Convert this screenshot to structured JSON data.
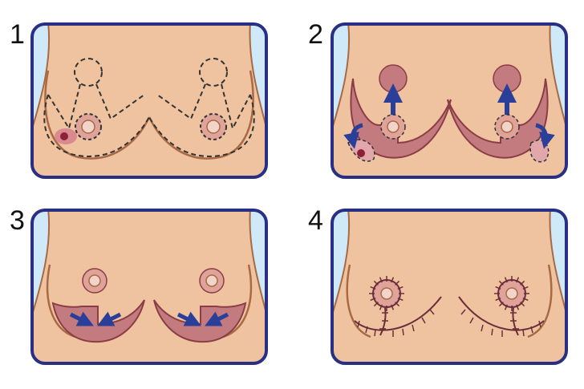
{
  "steps": [
    {
      "number": "1"
    },
    {
      "number": "2"
    },
    {
      "number": "3"
    },
    {
      "number": "4"
    }
  ],
  "colors": {
    "frame": "#2a2f86",
    "background": "#cfe9f8",
    "skin": "#efc39f",
    "skin_outline": "#a86a44",
    "tissue_flap": "#c47b7f",
    "tissue_outline": "#8a3d45",
    "areola": "#e0a39a",
    "lesion": "#8e1f3b",
    "arrow": "#2a3f99",
    "incision": "#3a3a3a",
    "suture": "#6a2e3a"
  }
}
